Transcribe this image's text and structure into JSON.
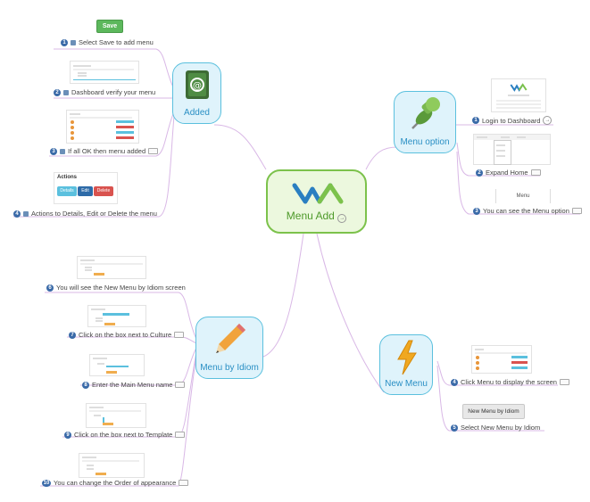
{
  "center": {
    "label": "Menu Add",
    "icon": "menu-logo-icon"
  },
  "added": {
    "label": "Added",
    "icon": "address-book-icon",
    "save_label": "Save",
    "actions_title": "Actions",
    "actions_buttons": [
      "Details",
      "Edit",
      "Delete"
    ],
    "leaves": [
      {
        "num": "1",
        "text": "Select Save to add menu"
      },
      {
        "num": "2",
        "text": "Dashboard verify your menu"
      },
      {
        "num": "3",
        "text": "If all OK then menu added"
      },
      {
        "num": "4",
        "text": "Actions to Details, Edit or Delete the menu"
      }
    ]
  },
  "menu_option": {
    "label": "Menu option",
    "icon": "pushpin-icon",
    "menu_box_label": "Menu",
    "leaves": [
      {
        "num": "1",
        "text": "Login to Dashboard"
      },
      {
        "num": "2",
        "text": "Expand Home"
      },
      {
        "num": "3",
        "text": "You can see the Menu option"
      }
    ]
  },
  "menu_by_idiom": {
    "label": "Menu by Idiom",
    "icon": "pencil-icon",
    "leaves": [
      {
        "num": "6",
        "text": "You will see the New Menu by Idiom screen"
      },
      {
        "num": "7",
        "text": "Click on the box next to Culture"
      },
      {
        "num": "8",
        "text": "Enter the Main Menu name"
      },
      {
        "num": "9",
        "text": "Click on the box next to Template"
      },
      {
        "num": "10",
        "text": "You can change the Order of appearance"
      }
    ]
  },
  "new_menu": {
    "label": "New Menu",
    "icon": "lightning-icon",
    "button_label": "New Menu by Idiom",
    "leaves": [
      {
        "num": "4",
        "text": "Click Menu to display the screen"
      },
      {
        "num": "5",
        "text": "Select New Menu by Idiom"
      }
    ]
  }
}
